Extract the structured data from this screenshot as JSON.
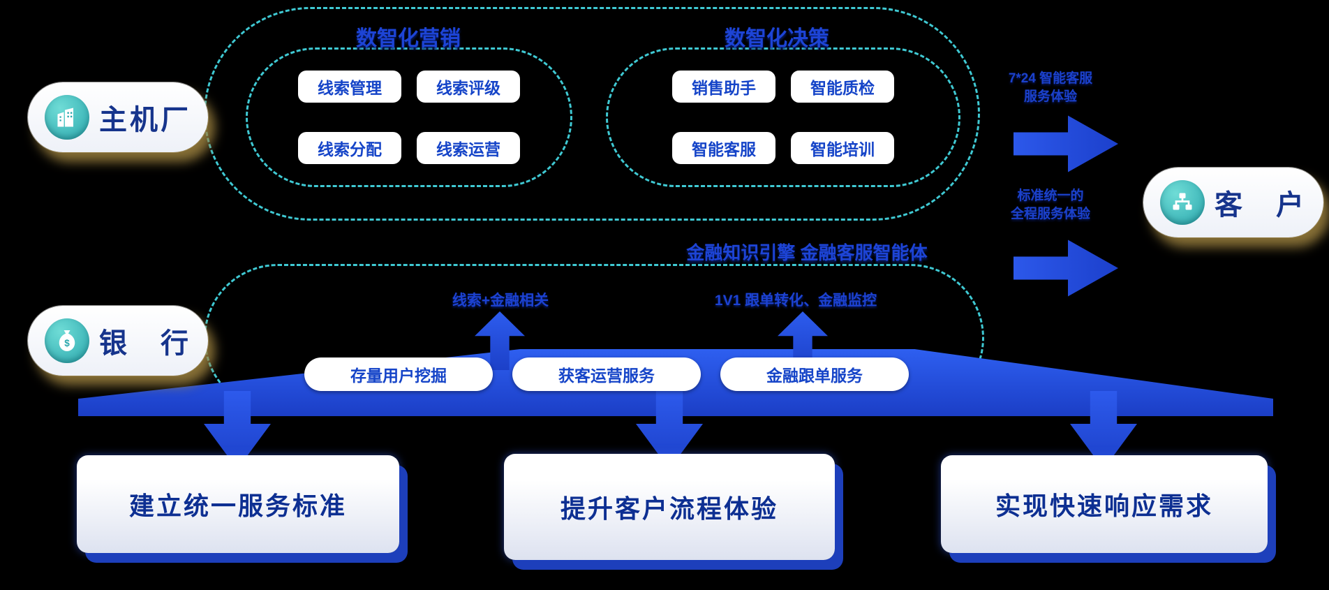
{
  "colors": {
    "background": "#000000",
    "dashed_teal": "#3fc9d3",
    "primary_blue": "#1e46d2",
    "pill_text": "#1544c8",
    "badge_text": "#16348c",
    "badge_shadow_gold": "#9e8340",
    "icon_teal": "#2aa7ad",
    "card_text": "#0d2f92"
  },
  "badges": {
    "oem": {
      "label": "主机厂",
      "icon": "building-icon"
    },
    "bank": {
      "label": "银　行",
      "icon": "moneybag-icon"
    },
    "customer": {
      "label": "客　户",
      "icon": "org-icon"
    }
  },
  "top_section": {
    "marketing": {
      "title": "数智化营销",
      "pills": [
        "线索管理",
        "线索评级",
        "线索分配",
        "线索运营"
      ]
    },
    "decision": {
      "title": "数智化决策",
      "pills": [
        "销售助手",
        "智能质检",
        "智能客服",
        "智能培训"
      ]
    }
  },
  "middle_section": {
    "title": "金融知识引擎 金融客服智能体",
    "annotation_left": "线索+金融相关",
    "annotation_right": "1V1 跟单转化、金融监控",
    "pills": [
      "存量用户挖掘",
      "获客运营服务",
      "金融跟单服务"
    ]
  },
  "right_flow": {
    "arrow1": {
      "line1": "7*24 智能客服",
      "line2": "服务体验"
    },
    "arrow2": {
      "line1": "标准统一的",
      "line2": "全程服务体验"
    }
  },
  "bottom": {
    "cards": [
      "建立统一服务标准",
      "提升客户流程体验",
      "实现快速响应需求"
    ]
  }
}
